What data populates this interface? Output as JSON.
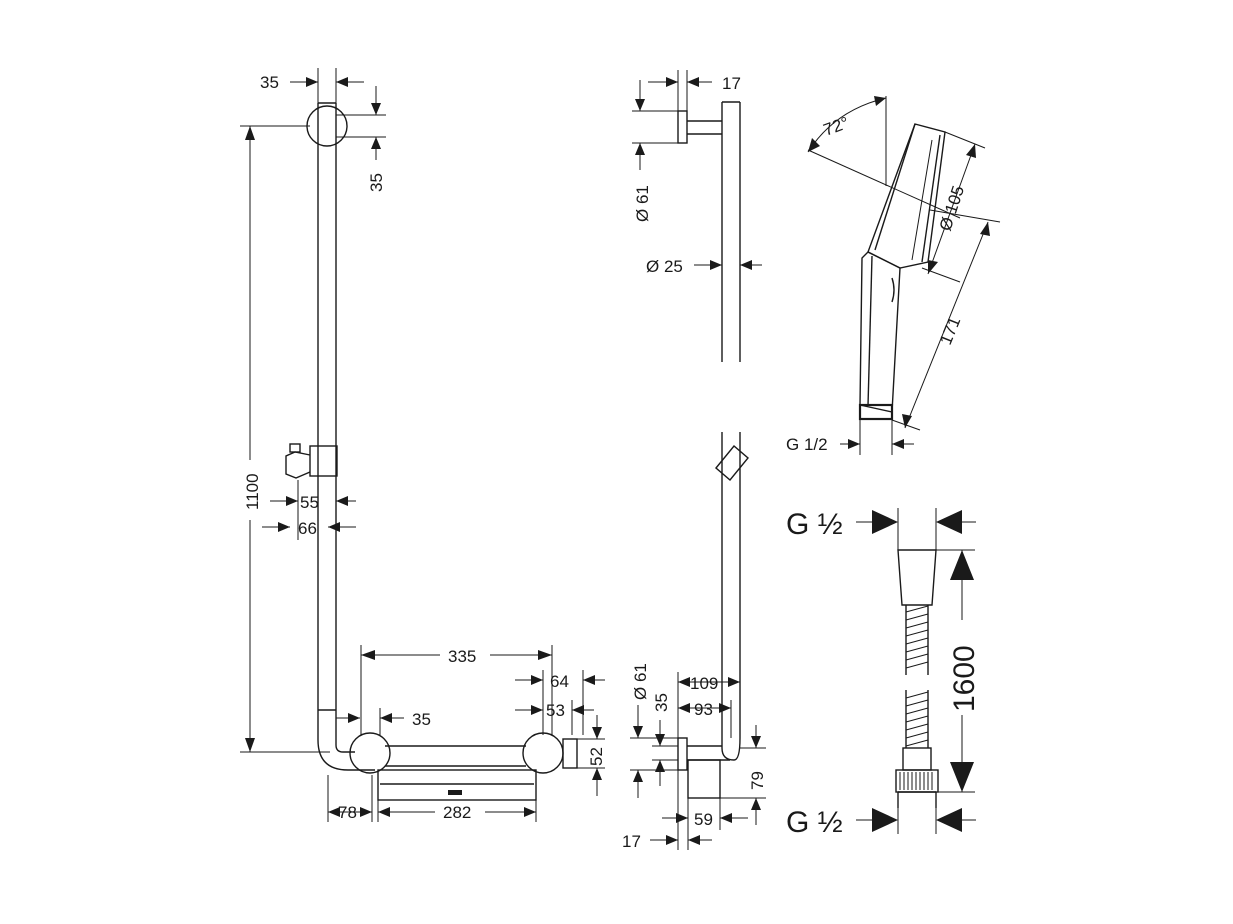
{
  "dimensions": {
    "bar_left_offset": "35",
    "bar_top_offset": "35",
    "bar_height": "1100",
    "holder_55": "55",
    "holder_66": "66",
    "horizontal_335": "335",
    "offset_64": "64",
    "offset_53": "53",
    "offset_35_mid": "35",
    "height_52": "52",
    "corner_78": "78",
    "shelf_282": "282",
    "side_17_top": "17",
    "side_dia_61_top": "Ø 61",
    "side_dia_25": "Ø 25",
    "side_dia_61_bottom": "Ø 61",
    "side_35": "35",
    "side_109": "109",
    "side_93": "93",
    "side_79": "79",
    "side_59": "59",
    "side_17_bottom": "17",
    "shower_angle": "72°",
    "shower_dia_105": "Ø 105",
    "shower_length_171": "171",
    "shower_thread": "G 1/2",
    "hose_thread_top": "G ½",
    "hose_length": "1600",
    "hose_thread_bottom": "G ½"
  }
}
